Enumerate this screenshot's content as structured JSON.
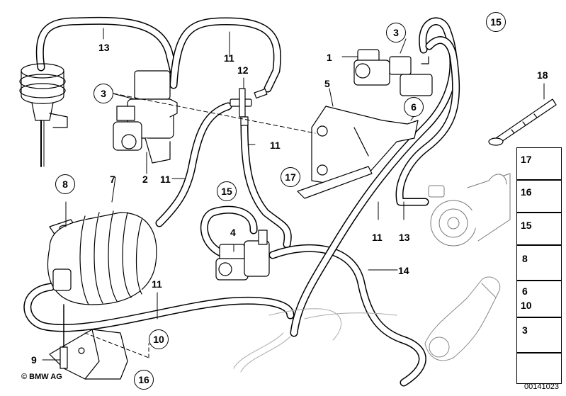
{
  "callouts": {
    "c1": "1",
    "c2": "2",
    "c3a": "3",
    "c3b": "3",
    "c4": "4",
    "c5": "5",
    "c6": "6",
    "c7": "7",
    "c8": "8",
    "c9": "9",
    "c10": "10",
    "c11a": "11",
    "c11b": "11",
    "c11c": "11",
    "c11d": "11",
    "c11e": "11",
    "c12": "12",
    "c13a": "13",
    "c13b": "13",
    "c14": "14",
    "c15a": "15",
    "c15b": "15",
    "c16": "16",
    "c17": "17",
    "c18": "18"
  },
  "legend": {
    "items": [
      "17",
      "16",
      "15",
      "8",
      "6",
      "10",
      "3"
    ]
  },
  "copyright": "© BMW AG",
  "reference_number": "00141023"
}
